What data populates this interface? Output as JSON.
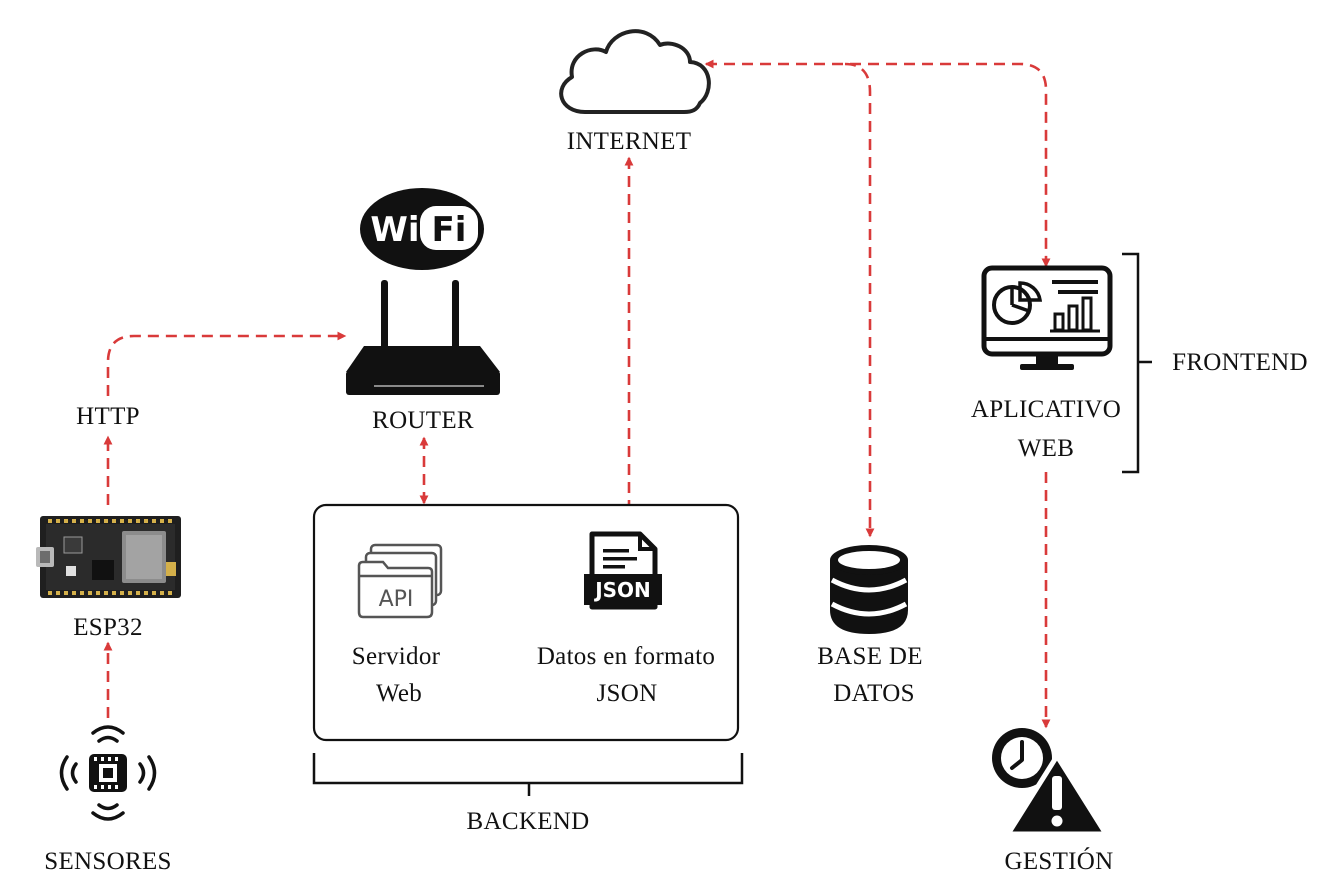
{
  "labels": {
    "internet": "INTERNET",
    "router": "ROUTER",
    "http": "HTTP",
    "esp32": "ESP32",
    "sensores": "SENSORES",
    "servidor_line1": "Servidor",
    "servidor_line2": "Web",
    "json_line1": "Datos en formato",
    "json_line2": "JSON",
    "backend": "BACKEND",
    "base_line1": "BASE DE",
    "base_line2": "DATOS",
    "aplicativo_line1": "APLICATIVO",
    "aplicativo_line2": "WEB",
    "frontend": "FRONTEND",
    "gestion": "GESTIÓN"
  },
  "icons": {
    "wifi_text_left": "Wi",
    "wifi_text_right": "Fi",
    "api_text": "API",
    "json_badge": "JSON"
  },
  "colors": {
    "connector": "#d93a3a",
    "ink": "#111111",
    "background": "#ffffff"
  }
}
